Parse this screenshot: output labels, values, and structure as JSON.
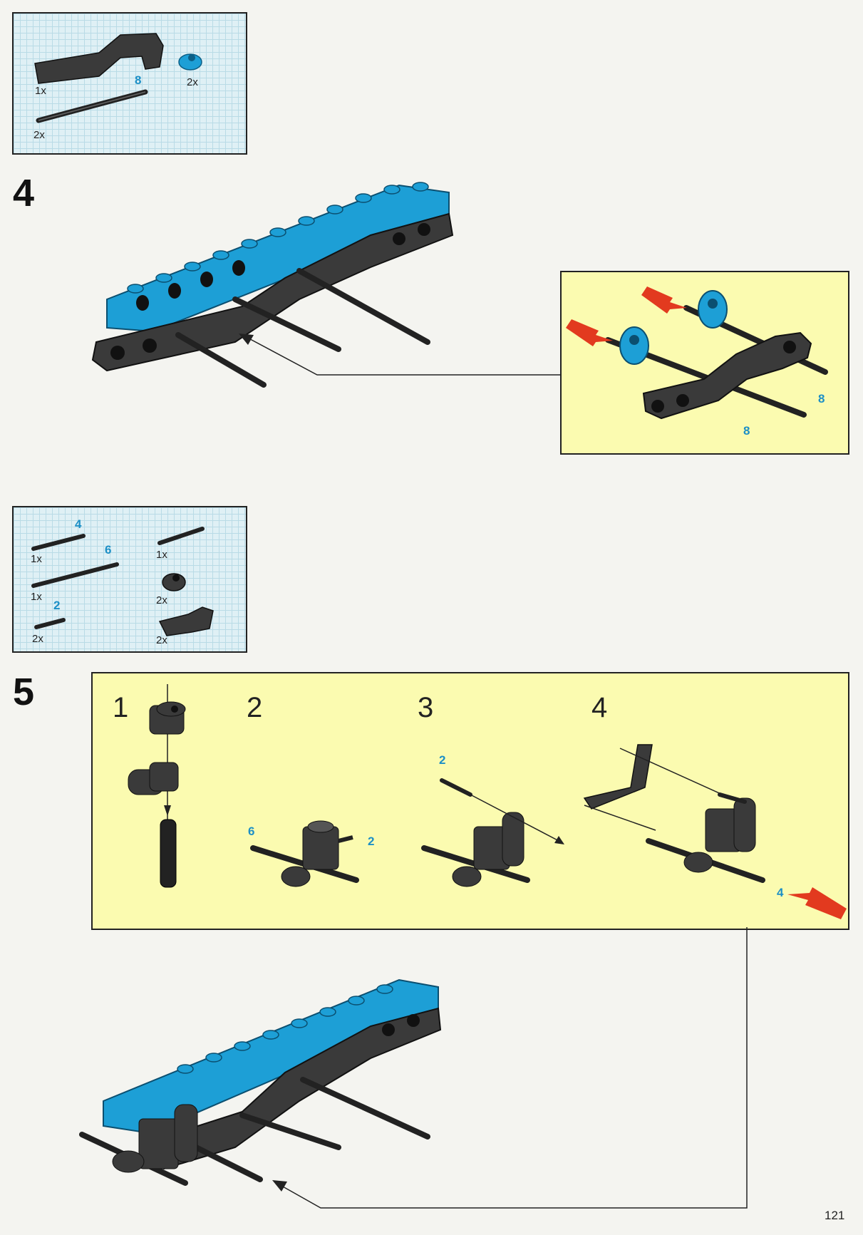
{
  "step4": {
    "number": "4",
    "parts": {
      "beam_qty": "1x",
      "connector_qty": "2x",
      "axle_qty": "2x",
      "axle_len": "8"
    },
    "detail_labels": [
      "8",
      "8"
    ]
  },
  "step5": {
    "number": "5",
    "parts": {
      "axle4_len": "4",
      "axle4_qty": "1x",
      "axle6_len": "6",
      "axle6_qty": "1x",
      "axle2_len": "2",
      "axle2_qty": "2x",
      "pin_qty": "1x",
      "connector_qty": "2x",
      "lbeam_qty": "2x"
    },
    "substeps": [
      "1",
      "2",
      "3",
      "4"
    ],
    "substep_labels": {
      "s2_left": "6",
      "s2_right": "2",
      "s3": "2",
      "s4": "4"
    }
  },
  "page_number": "121",
  "colors": {
    "lego_blue": "#1d9fd6",
    "lego_dark": "#333333",
    "highlight_yellow": "#fbfbb0",
    "grid_blue": "#dff0f5",
    "arrow_red": "#e23a1f",
    "length_label": "#1c8fc6"
  }
}
